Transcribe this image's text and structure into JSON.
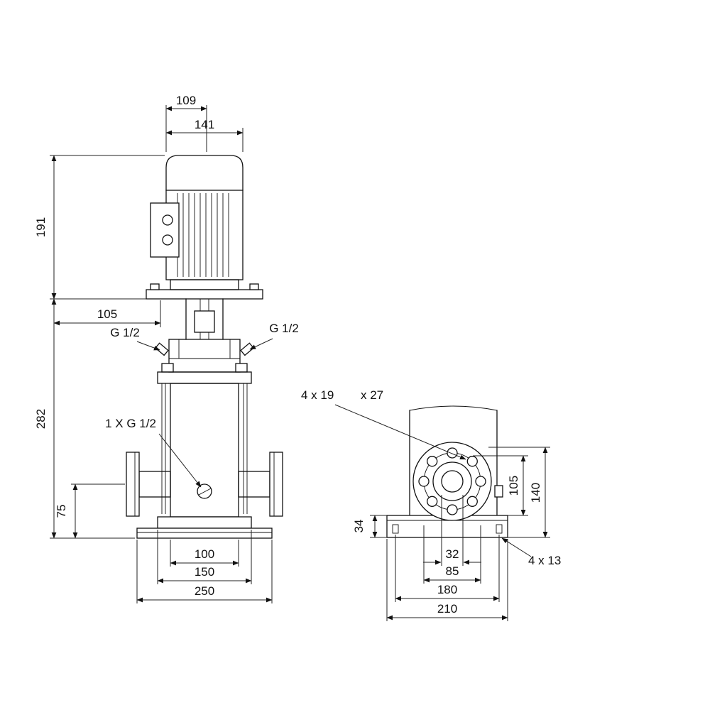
{
  "drawing": {
    "background": "#ffffff",
    "line_color": "#111111",
    "front_view": {
      "dims": {
        "d109": "109",
        "d141": "141",
        "d191": "191",
        "d105": "105",
        "d282": "282",
        "d75": "75",
        "d100": "100",
        "d150": "150",
        "d250": "250"
      },
      "labels": {
        "vent_left": "G 1/2",
        "vent_right": "G 1/2",
        "drain": "1 X G 1/2"
      }
    },
    "side_view": {
      "dims": {
        "d34": "34",
        "d105": "105",
        "d140": "140",
        "d32": "32",
        "d85": "85",
        "d180": "180",
        "d210": "210"
      },
      "labels": {
        "flange_holes": "4 x 19",
        "flange_spotface": "x 27",
        "base_holes": "4 x 13"
      }
    }
  }
}
